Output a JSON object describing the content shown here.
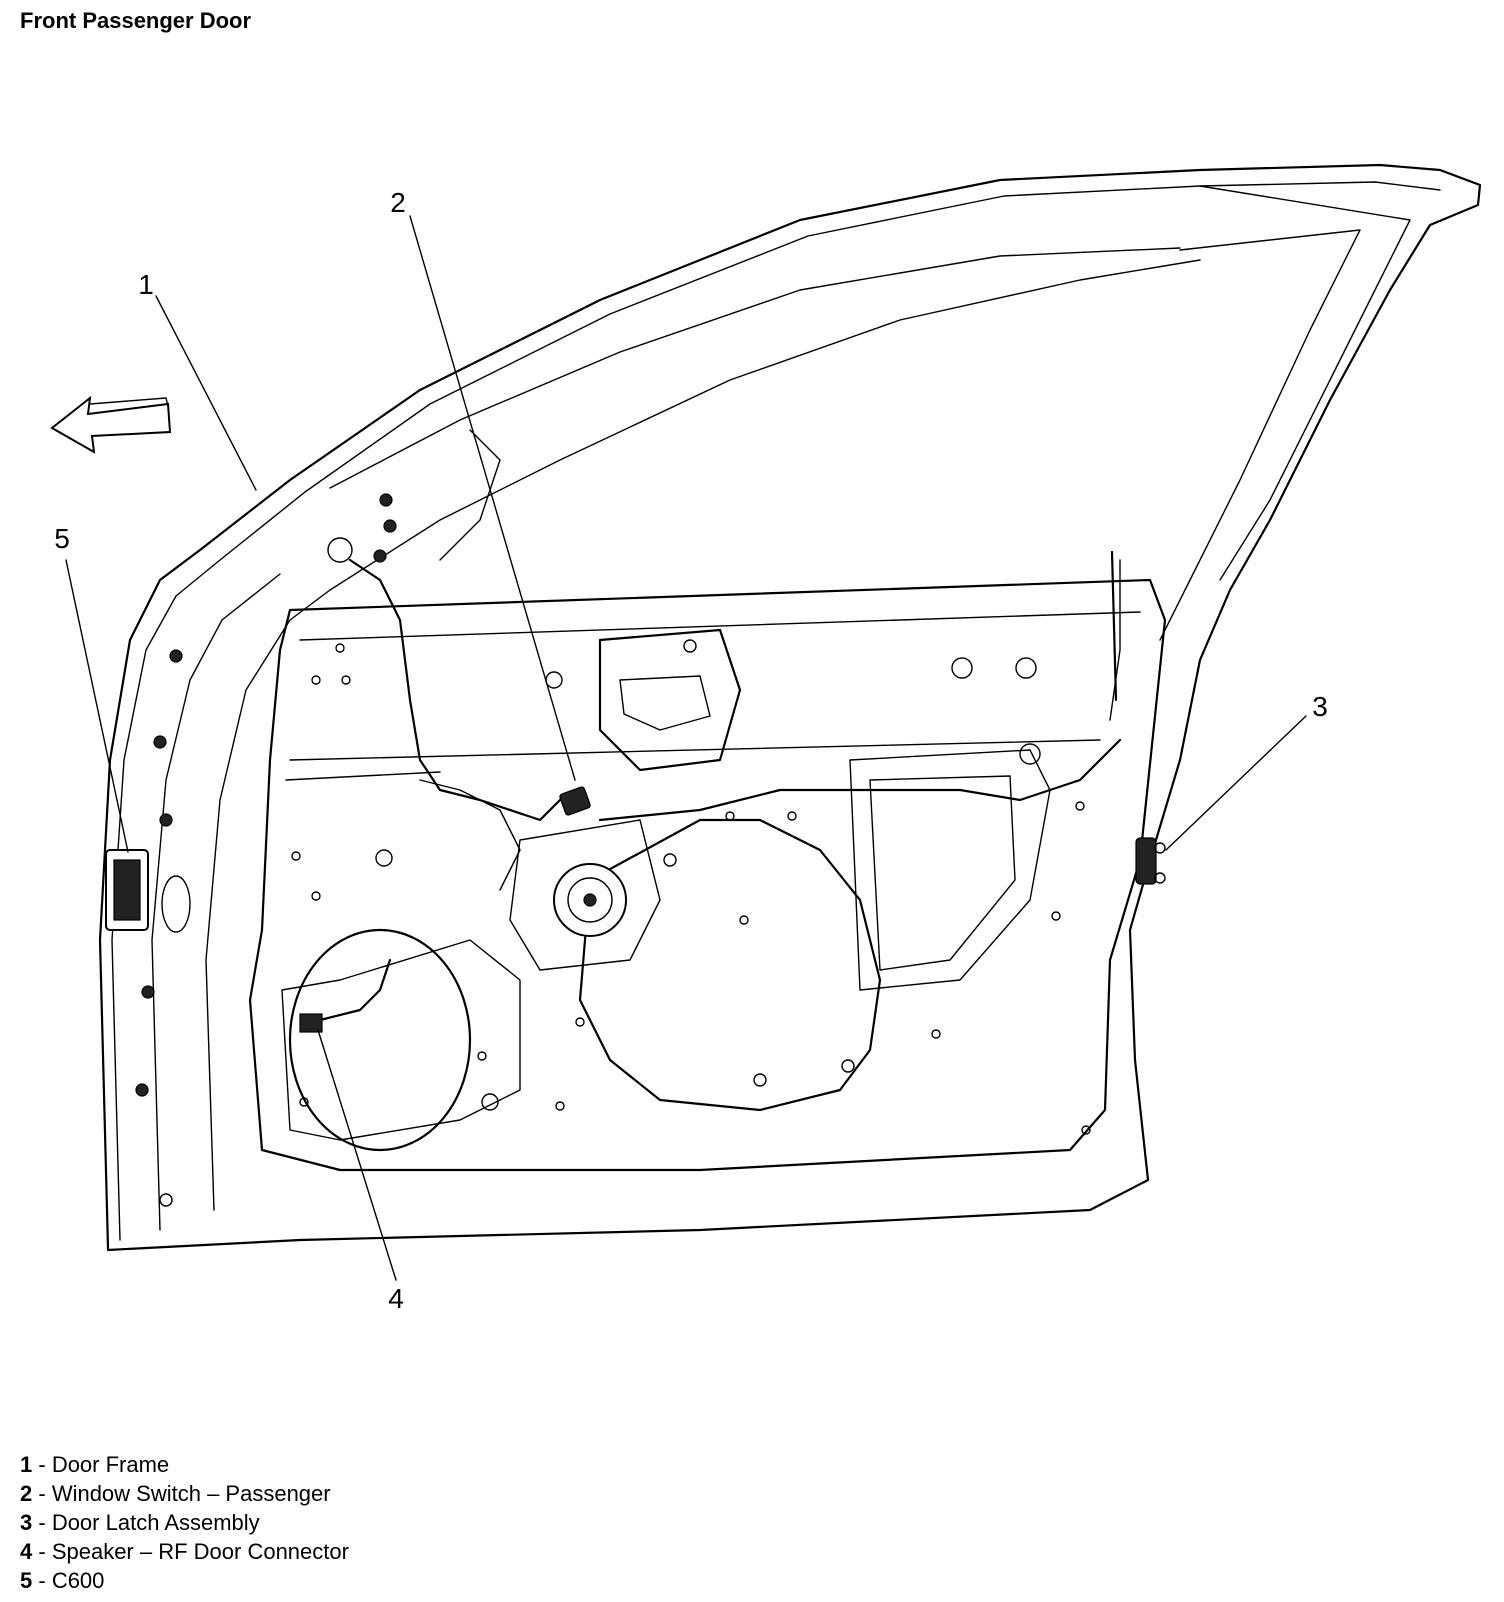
{
  "title": "Front Passenger Door",
  "callouts": [
    {
      "number": "1",
      "name": "Door Frame"
    },
    {
      "number": "2",
      "name": "Window Switch – Passenger"
    },
    {
      "number": "3",
      "name": "Door Latch Assembly"
    },
    {
      "number": "4",
      "name": "Speaker – RF Door Connector"
    },
    {
      "number": "5",
      "name": "C600"
    }
  ],
  "legend": [
    {
      "number": "1",
      "separator": " - ",
      "text": "Door Frame"
    },
    {
      "number": "2",
      "separator": " - ",
      "text": "Window Switch – Passenger"
    },
    {
      "number": "3",
      "separator": " - ",
      "text": "Door Latch Assembly"
    },
    {
      "number": "4",
      "separator": " - ",
      "text": "Speaker – RF Door Connector"
    },
    {
      "number": "5",
      "separator": " - ",
      "text": "C600"
    }
  ],
  "icons": {
    "direction": "front-arrow-icon"
  }
}
